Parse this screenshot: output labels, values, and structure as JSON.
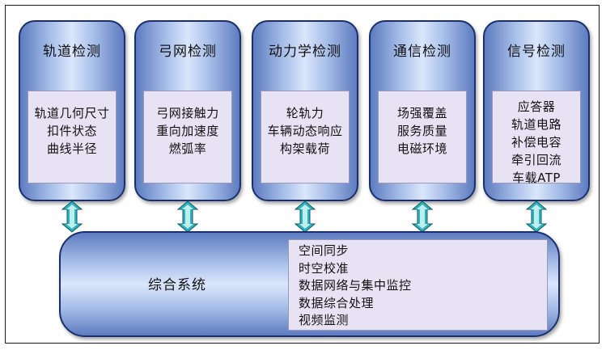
{
  "modules": [
    {
      "title": "轨道检测",
      "items": [
        "轨道几何尺寸",
        "扣件状态",
        "曲线半径"
      ]
    },
    {
      "title": "弓网检测",
      "items": [
        "弓网接触力",
        "重向加速度",
        "燃弧率"
      ]
    },
    {
      "title": "动力学检测",
      "items": [
        "轮轨力",
        "车辆动态响应",
        "构架载荷"
      ]
    },
    {
      "title": "通信检测",
      "items": [
        "场强覆盖",
        "服务质量",
        "电磁环境"
      ]
    },
    {
      "title": "信号检测",
      "items": [
        "应答器",
        "轨道电路",
        "补偿电容",
        "牵引回流",
        "车载ATP"
      ]
    }
  ],
  "system": {
    "title": "综合系统",
    "items": [
      "空间同步",
      "时空校准",
      "数据网络与集中监控",
      "数据综合处理",
      "视频监测"
    ]
  },
  "colors": {
    "cylinder_edge": "#5d7cc0",
    "cylinder_highlight": "#dbe6fb",
    "panel": "#e7e3f5",
    "outline": "#1b2f6e",
    "connector": "#2fb3b8"
  },
  "icons": {
    "connector": "double-arrow-vertical-icon"
  }
}
